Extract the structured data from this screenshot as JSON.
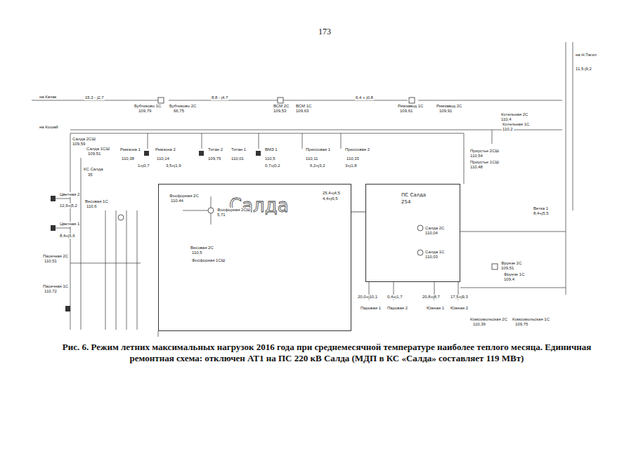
{
  "diagram": {
    "caption": "Рис. 6. Режим летних максимальных нагрузок 2016 года при среднемесячной температуре наиболее теплого месяца. Единичная ремонтная схема: отключен АТ1 на ПС 220 кВ Салда (МДП в КС «Салда» составляет 119 МВт)",
    "nodes": [
      {
        "text": [
          "Салда"
        ]
      },
      {
        "text": [
          "ПС Салда",
          "254"
        ]
      }
    ],
    "edges": [
      {
        "from": 0,
        "to": 1,
        "arrow": "none"
      }
    ],
    "labels": [
      "173",
      "на Качак",
      "на Кошай",
      "15,3 - j2,7",
      "Бубчиково 1С",
      "109,79",
      "Бубчиково 2С",
      "66,75",
      "8,8 - j4,7",
      "ВСМ 2С",
      "109,53",
      "ВСМ 1С",
      "109,63",
      "6,4 + j0,8",
      "Ремзавод 1С",
      "109,61",
      "Ремзавод 2С",
      "109,91",
      "Салда 2СШ",
      "109,59",
      "Салда 1СШ",
      "109,51",
      "КС Салда",
      "35",
      "Ремзона 1",
      "110,38",
      "Ремзона 2",
      "110,14",
      "Титан 2",
      "109,75",
      "Титан 1",
      "110,01",
      "ВМЗ 1",
      "110,5",
      "Прессовая 1",
      "110,11",
      "Прессовая 2",
      "110,33",
      "1+j0,7",
      "3,5+j1,9",
      "0,7+j0,2",
      "6,2+j3,2",
      "3+j1,8",
      "Цветная 2",
      "12,9+j5,2",
      "Цветная 1",
      "8,4+j5,6",
      "Весовая 1С",
      "110,6",
      "Фосфорная 2С",
      "110,44",
      "Фосфорная 2СШ",
      "5,71",
      "Весовая 2С",
      "110,5",
      "Фосфорная 1СШ",
      "Пасечная 2С",
      "110,51",
      "Пасечная 1С",
      "110,72",
      "25,4+j4,5",
      "4,4+j6,5",
      "Салда 2С",
      "110,04",
      "Салда 1С",
      "110,03",
      "Котельная 2С",
      "110,4",
      "Котельная 1С",
      "110,2",
      "Приустье 2СШ",
      "110,54",
      "Приустье 1СШ",
      "110,48",
      "Ветка 1",
      "8,4+j5,5",
      "Фрунзе 2С",
      "109,51",
      "Фрунзе 1С",
      "109,4",
      "на Н.Тагил",
      "11,5-j9,2",
      "20,0+j10,1",
      "0,4+j1,7",
      "20,8+j8,7",
      "17,5+j9,3",
      "Паровая 1",
      "Паровая 2",
      "Южная 1",
      "Южная 2",
      "Комсомольская 2С",
      "110,39",
      "Комсомольская 1С",
      "109,75"
    ]
  }
}
